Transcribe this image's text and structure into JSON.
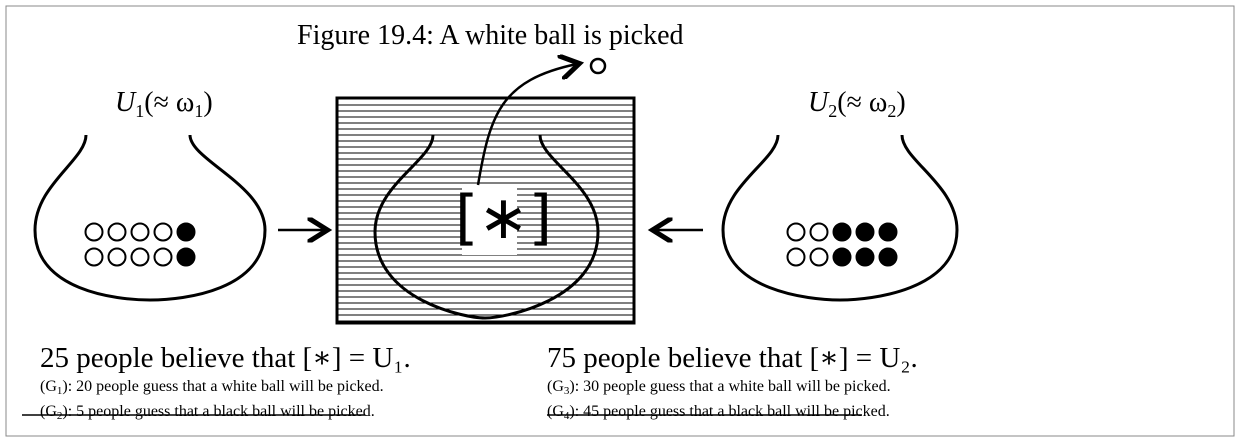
{
  "figure": {
    "title": "Figure 19.4: A white ball is picked",
    "left_urn": {
      "label": "U",
      "label_sub": "1",
      "label_rest": "(≈ ω",
      "label_rest_sub": "1",
      "label_close": ")",
      "balls": [
        "white",
        "white",
        "white",
        "white",
        "black",
        "white",
        "white",
        "white",
        "white",
        "black"
      ]
    },
    "right_urn": {
      "label": "U",
      "label_sub": "2",
      "label_rest": "(≈ ω",
      "label_rest_sub": "2",
      "label_close": ")",
      "balls": [
        "white",
        "white",
        "black",
        "black",
        "black",
        "white",
        "white",
        "black",
        "black",
        "black"
      ]
    },
    "center": {
      "unknown_marker": "[∗]"
    },
    "beliefs": {
      "left": "25 people believe that [∗] = U₁.",
      "right": "75 people believe that [∗] = U₂."
    },
    "guesses": {
      "g1": {
        "id": "(G",
        "sub": "1",
        "text": "): 20 people guess that a white ball will be picked."
      },
      "g2": {
        "id": "(G",
        "sub": "2",
        "text": "): 5 people guess that a black ball will be picked."
      },
      "g3": {
        "id": "(G",
        "sub": "3",
        "text": "): 30 people guess that a white ball will be picked."
      },
      "g4": {
        "id": "(G",
        "sub": "4",
        "text": "): 45 people guess that a black ball will be picked."
      }
    }
  }
}
